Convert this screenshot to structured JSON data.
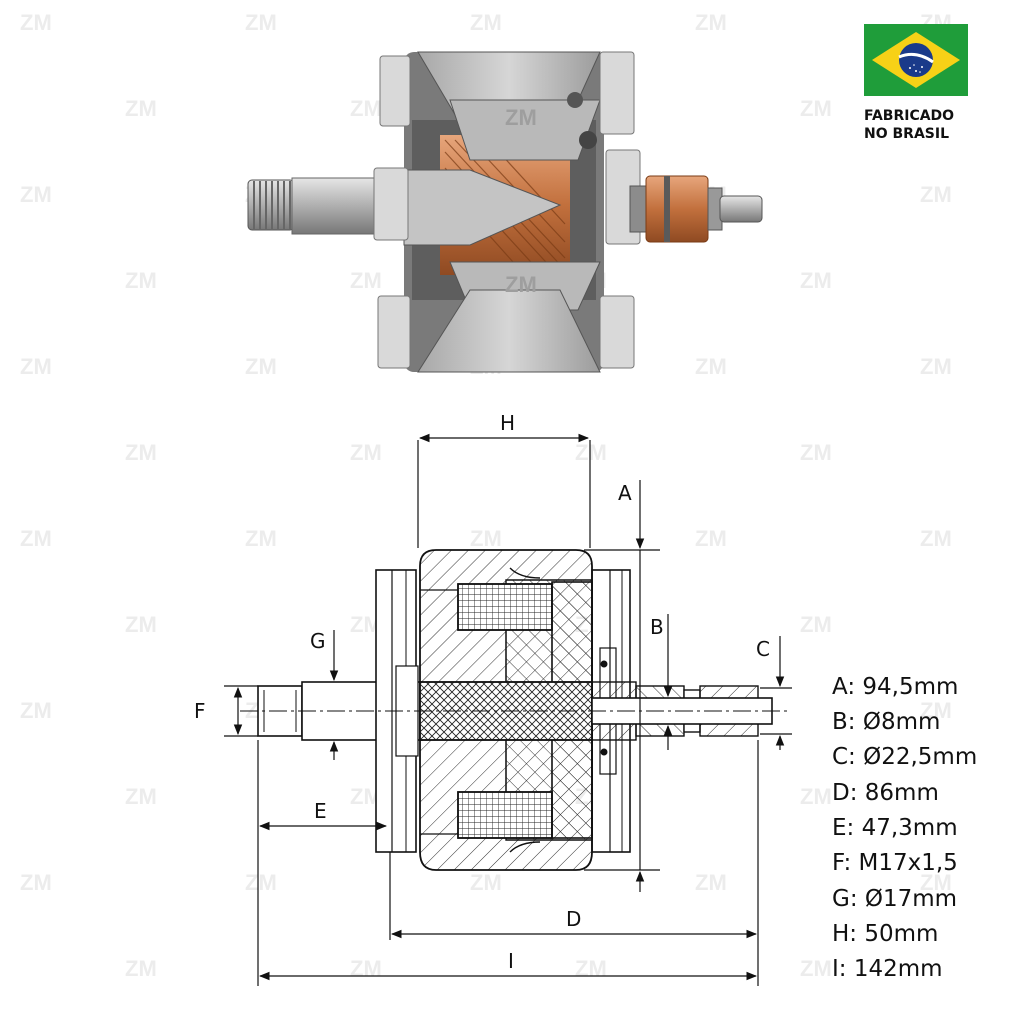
{
  "watermark": {
    "text": "ZM"
  },
  "flag": {
    "caption_line1": "FABRICADO",
    "caption_line2": "NO BRASIL",
    "green": "#1f9d3a",
    "yellow": "#f7d117",
    "blue": "#1a3a8a"
  },
  "photo": {
    "emblem_text": "ZM"
  },
  "dimensions": {
    "labels": {
      "A": "A",
      "B": "B",
      "C": "C",
      "D": "D",
      "E": "E",
      "F": "F",
      "G": "G",
      "H": "H",
      "I": "I"
    },
    "specs": [
      "A: 94,5mm",
      "B: Ø8mm",
      "C: Ø22,5mm",
      "D: 86mm",
      "E: 47,3mm",
      "F: M17x1,5",
      "G: Ø17mm",
      "H: 50mm",
      "I: 142mm"
    ]
  },
  "colors": {
    "copper": "#c2703d",
    "steel": "#8a8a8a",
    "line": "#111111"
  }
}
